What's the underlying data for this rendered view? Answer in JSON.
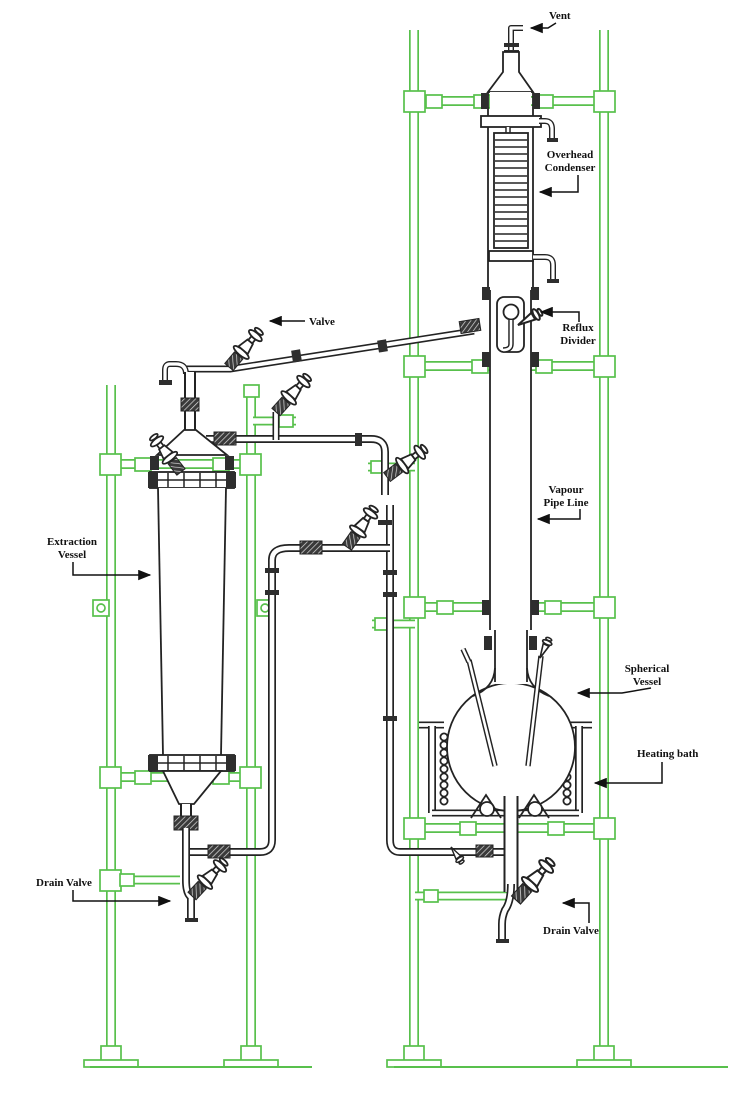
{
  "diagram": {
    "type": "glass-plant-piping-diagram",
    "colors": {
      "ink": "#232323",
      "scaffold": "#58c04c",
      "background": "#ffffff"
    },
    "labels": {
      "vent": "Vent",
      "overhead_condenser": [
        "Overhead",
        "Condenser"
      ],
      "valve": "Valve",
      "reflux_divider": [
        "Reflux",
        "Divider"
      ],
      "vapour_pipe_line": [
        "Vapour",
        "Pipe Line"
      ],
      "extraction_vessel": [
        "Extraction",
        "Vessel"
      ],
      "spherical_vessel": [
        "Spherical",
        "Vessel"
      ],
      "heating_bath": "Heating bath",
      "drain_valve_left": "Drain Valve",
      "drain_valve_right": "Drain Valve"
    }
  }
}
